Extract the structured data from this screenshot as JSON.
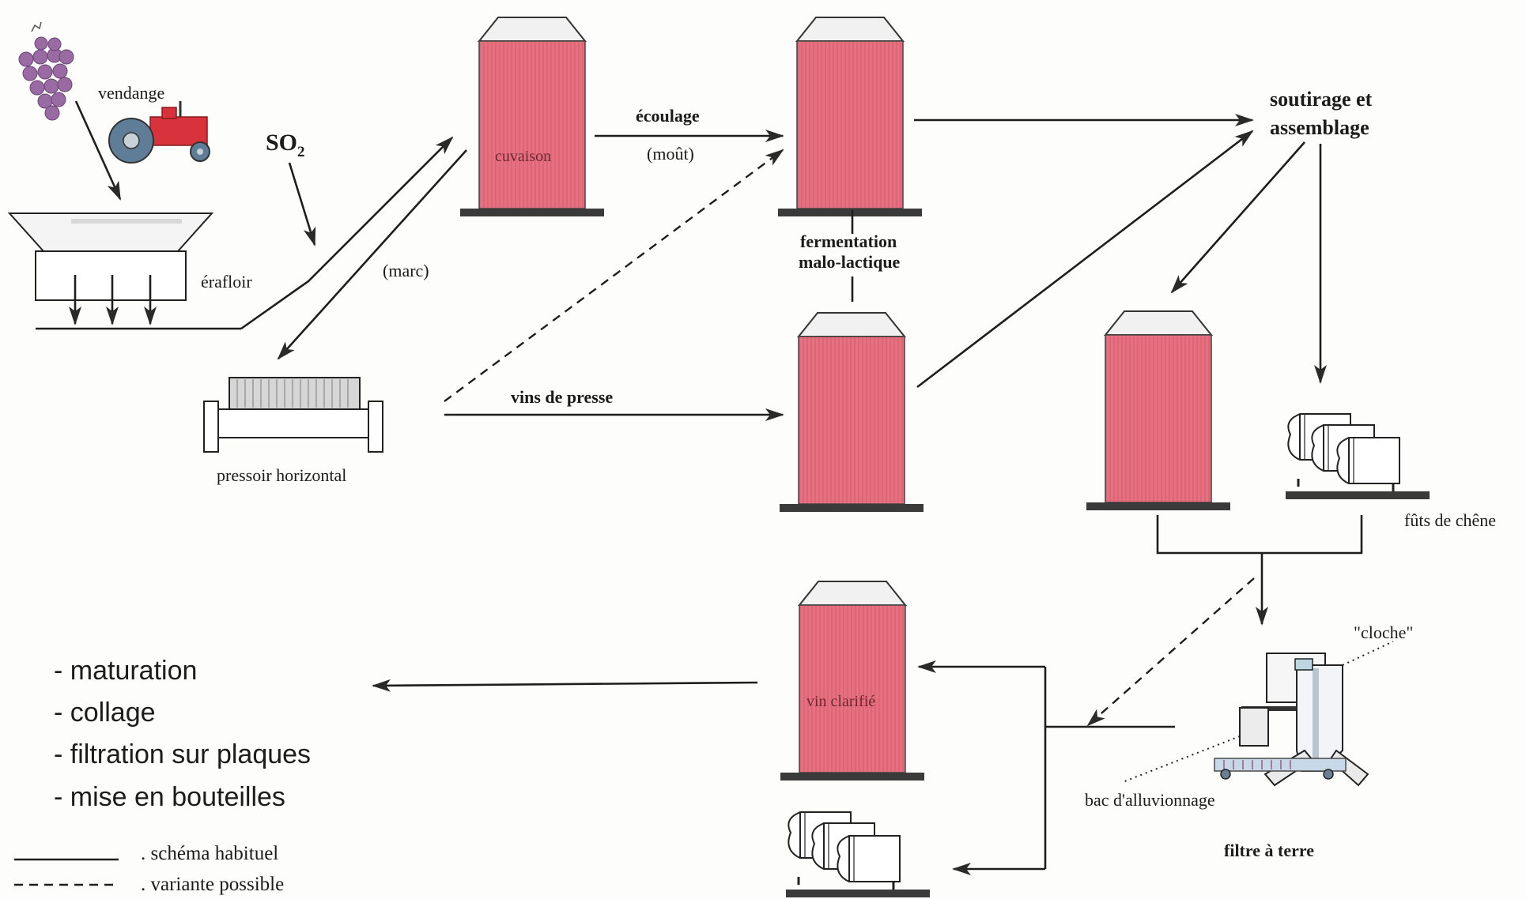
{
  "labels": {
    "vendange": "vendange",
    "so2": "SO",
    "so2_sub": "2",
    "erafloir": "érafloir",
    "marc": "(marc)",
    "pressoir": "pressoir horizontal",
    "ecoulage": "écoulage",
    "mout": "(moût)",
    "cuvaison": "cuvaison",
    "fermentation_1": "fermentation",
    "fermentation_2": "malo-lactique",
    "vins_de_presse": "vins de presse",
    "soutirage_1": "soutirage et",
    "soutirage_2": "assemblage",
    "futs": "fûts de chêne",
    "cloche": "\"cloche\"",
    "bac": "bac d'alluvionnage",
    "filtre": "filtre à terre",
    "vin_clarifie": "vin clarifié"
  },
  "steps": [
    "- maturation",
    "- collage",
    "- filtration sur plaques",
    "- mise en bouteilles"
  ],
  "legend": {
    "solid": ". schéma habituel",
    "dashed": ". variante possible"
  },
  "colors": {
    "tank": "#e6707f",
    "tank_cap": "#f2f2f2",
    "grape": "#9a6ba3",
    "tractor": "#d8333d",
    "wheel": "#5f7d96",
    "base": "#3a3a3a",
    "stroke": "#1e1e1e"
  },
  "icons": [
    "grape-icon",
    "tractor-icon",
    "tank-icon",
    "barrel-icon",
    "press-icon",
    "filter-icon"
  ]
}
